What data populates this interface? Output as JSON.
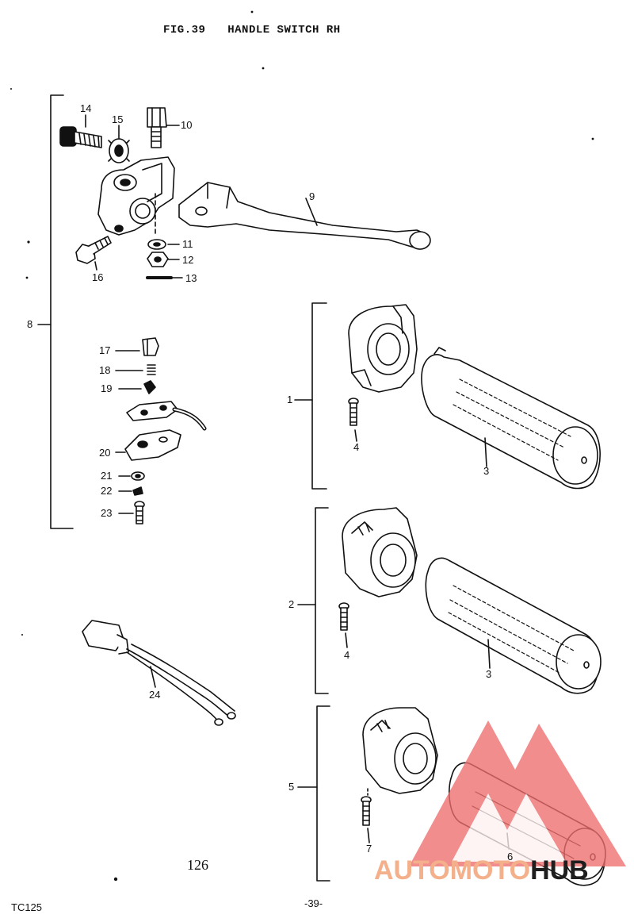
{
  "header": {
    "figure_number": "FIG.39",
    "title": "HANDLE SWITCH RH"
  },
  "callouts": {
    "c14": "14",
    "c15": "15",
    "c10": "10",
    "c9": "9",
    "c11": "11",
    "c12": "12",
    "c13": "13",
    "c16": "16",
    "c8": "8",
    "c17": "17",
    "c18": "18",
    "c19": "19",
    "c20": "20",
    "c21": "21",
    "c22": "22",
    "c23": "23",
    "c24": "24",
    "c1": "1",
    "c4a": "4",
    "c3a": "3",
    "c2": "2",
    "c4b": "4",
    "c3b": "3",
    "c5": "5",
    "c7": "7",
    "c6": "6"
  },
  "footer": {
    "page_mark": "126",
    "page_number": "-39-",
    "model": "TC125"
  },
  "watermark": {
    "part1": "AUTOMOTO",
    "part2": "HUB",
    "color_light": "#f4b08a",
    "color_dark": "#1e1e1e",
    "triangle_color": "#f07c7c"
  }
}
